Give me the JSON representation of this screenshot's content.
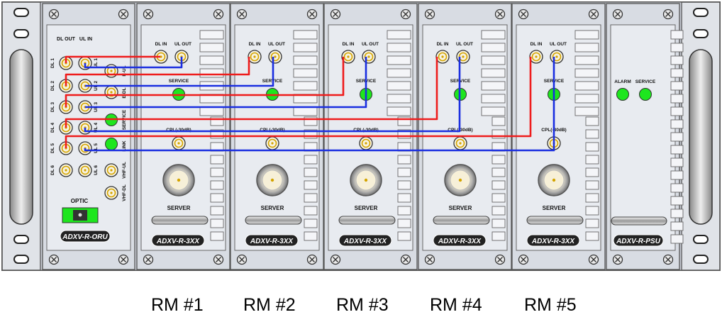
{
  "colors": {
    "rack": "#d7dbe2",
    "panel": "#e6eaf0",
    "border": "#545454",
    "dl_cable": "#ee1c1c",
    "ul_cable": "#1a2ee0",
    "led": "#1ee61e",
    "connector": "#d4a400"
  },
  "oru": {
    "top_labels": [
      "DL OUT",
      "UL IN"
    ],
    "dl_ports": [
      "DL 1",
      "DL 2",
      "DL 3",
      "DL 4",
      "DL 5",
      "DL 6"
    ],
    "ul_ports": [
      "UL 1",
      "UL 2",
      "UL 3",
      "UL 4",
      "UL 5",
      "UL 6"
    ],
    "right_labels": [
      "E-UL",
      "E-DL",
      "SERVICE",
      "LINK",
      "VHF-UL",
      "VHF-DL"
    ],
    "optic_label": "OPTIC",
    "name": "ADXV-R-ORU"
  },
  "rm": {
    "dl_in": "DL IN",
    "ul_out": "UL OUT",
    "service": "SERVICE",
    "cpl": "CPL(-30dB)",
    "server": "SERVER",
    "name": "ADXV-R-3XX"
  },
  "psu": {
    "alarm": "ALARM",
    "service": "SERVICE",
    "name": "ADXV-R-PSU"
  },
  "captions": [
    "RM #1",
    "RM #2",
    "RM #3",
    "RM #4",
    "RM #5"
  ]
}
